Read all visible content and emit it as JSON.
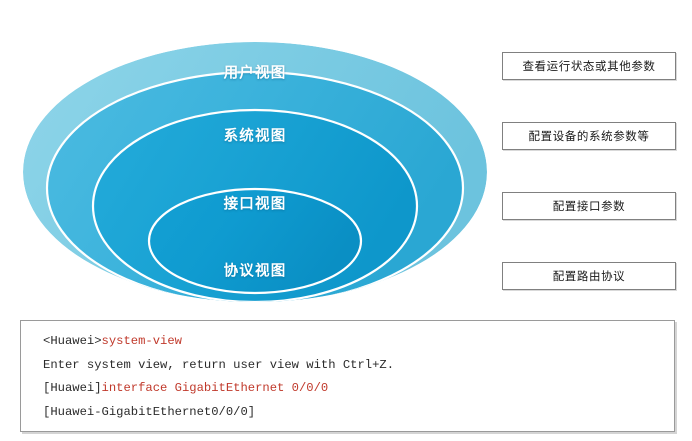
{
  "diagram": {
    "type": "concentric-funnel",
    "title": "",
    "layers": [
      {
        "id": "user-view",
        "label": "用户视图",
        "color": "#7ecde4",
        "callout": "查看运行状态或其他参数"
      },
      {
        "id": "system-view",
        "label": "系统视图",
        "color": "#3cb3dc",
        "callout": "配置设备的系统参数等"
      },
      {
        "id": "interface-view",
        "label": "接口视图",
        "color": "#1aa3d4",
        "callout": "配置接口参数"
      },
      {
        "id": "protocol-view",
        "label": "协议视图",
        "color": "#0f9bd0",
        "callout": "配置路由协议"
      }
    ],
    "separator_color": "#ffffff",
    "label_color": "#ffffff"
  },
  "callouts": {
    "border_color": "#808080",
    "items": [
      "查看运行状态或其他参数",
      "配置设备的系统参数等",
      "配置接口参数",
      "配置路由协议"
    ]
  },
  "terminal": {
    "border_color": "#9a9a9a",
    "background": "#ffffff",
    "text_color": "#2b2b2b",
    "command_color": "#c0392b",
    "lines": [
      {
        "prompt": "<Huawei>",
        "command": "system-view"
      },
      {
        "prompt": "Enter system view, return user view with Ctrl+Z.",
        "command": ""
      },
      {
        "prompt": "[Huawei]",
        "command": "interface GigabitEthernet 0/0/0"
      },
      {
        "prompt": "[Huawei-GigabitEthernet0/0/0]",
        "command": ""
      }
    ]
  }
}
